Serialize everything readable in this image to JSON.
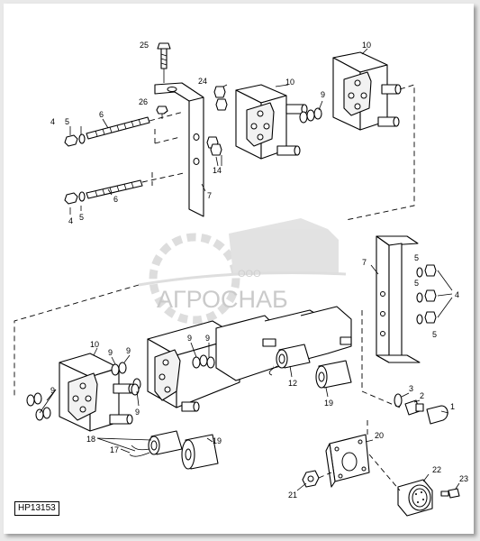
{
  "figure": {
    "ref_code": "HP13153"
  },
  "watermark": {
    "line1": "ООО",
    "line2": "АГРОСНАБ"
  },
  "callouts": {
    "c25": "25",
    "c26": "26",
    "c24": "24",
    "c10a": "10",
    "c10b": "10",
    "c10c": "10",
    "c9a": "9",
    "c9b": "9",
    "c9c": "9",
    "c9d": "9",
    "c9e": "9",
    "c9f": "9",
    "c4a": "4",
    "c5a": "5",
    "c6a": "6",
    "c6b": "6",
    "c5b": "5",
    "c4b": "4",
    "c14": "14",
    "c7a": "7",
    "c7b": "7",
    "c5c": "5",
    "c5d": "5",
    "c5e": "5",
    "c4c": "4",
    "c12": "12",
    "c19a": "19",
    "c19b": "19",
    "c18": "18",
    "c17": "17",
    "c3": "3",
    "c2": "2",
    "c1": "1",
    "c20": "20",
    "c22": "22",
    "c21": "21",
    "c23": "23"
  }
}
